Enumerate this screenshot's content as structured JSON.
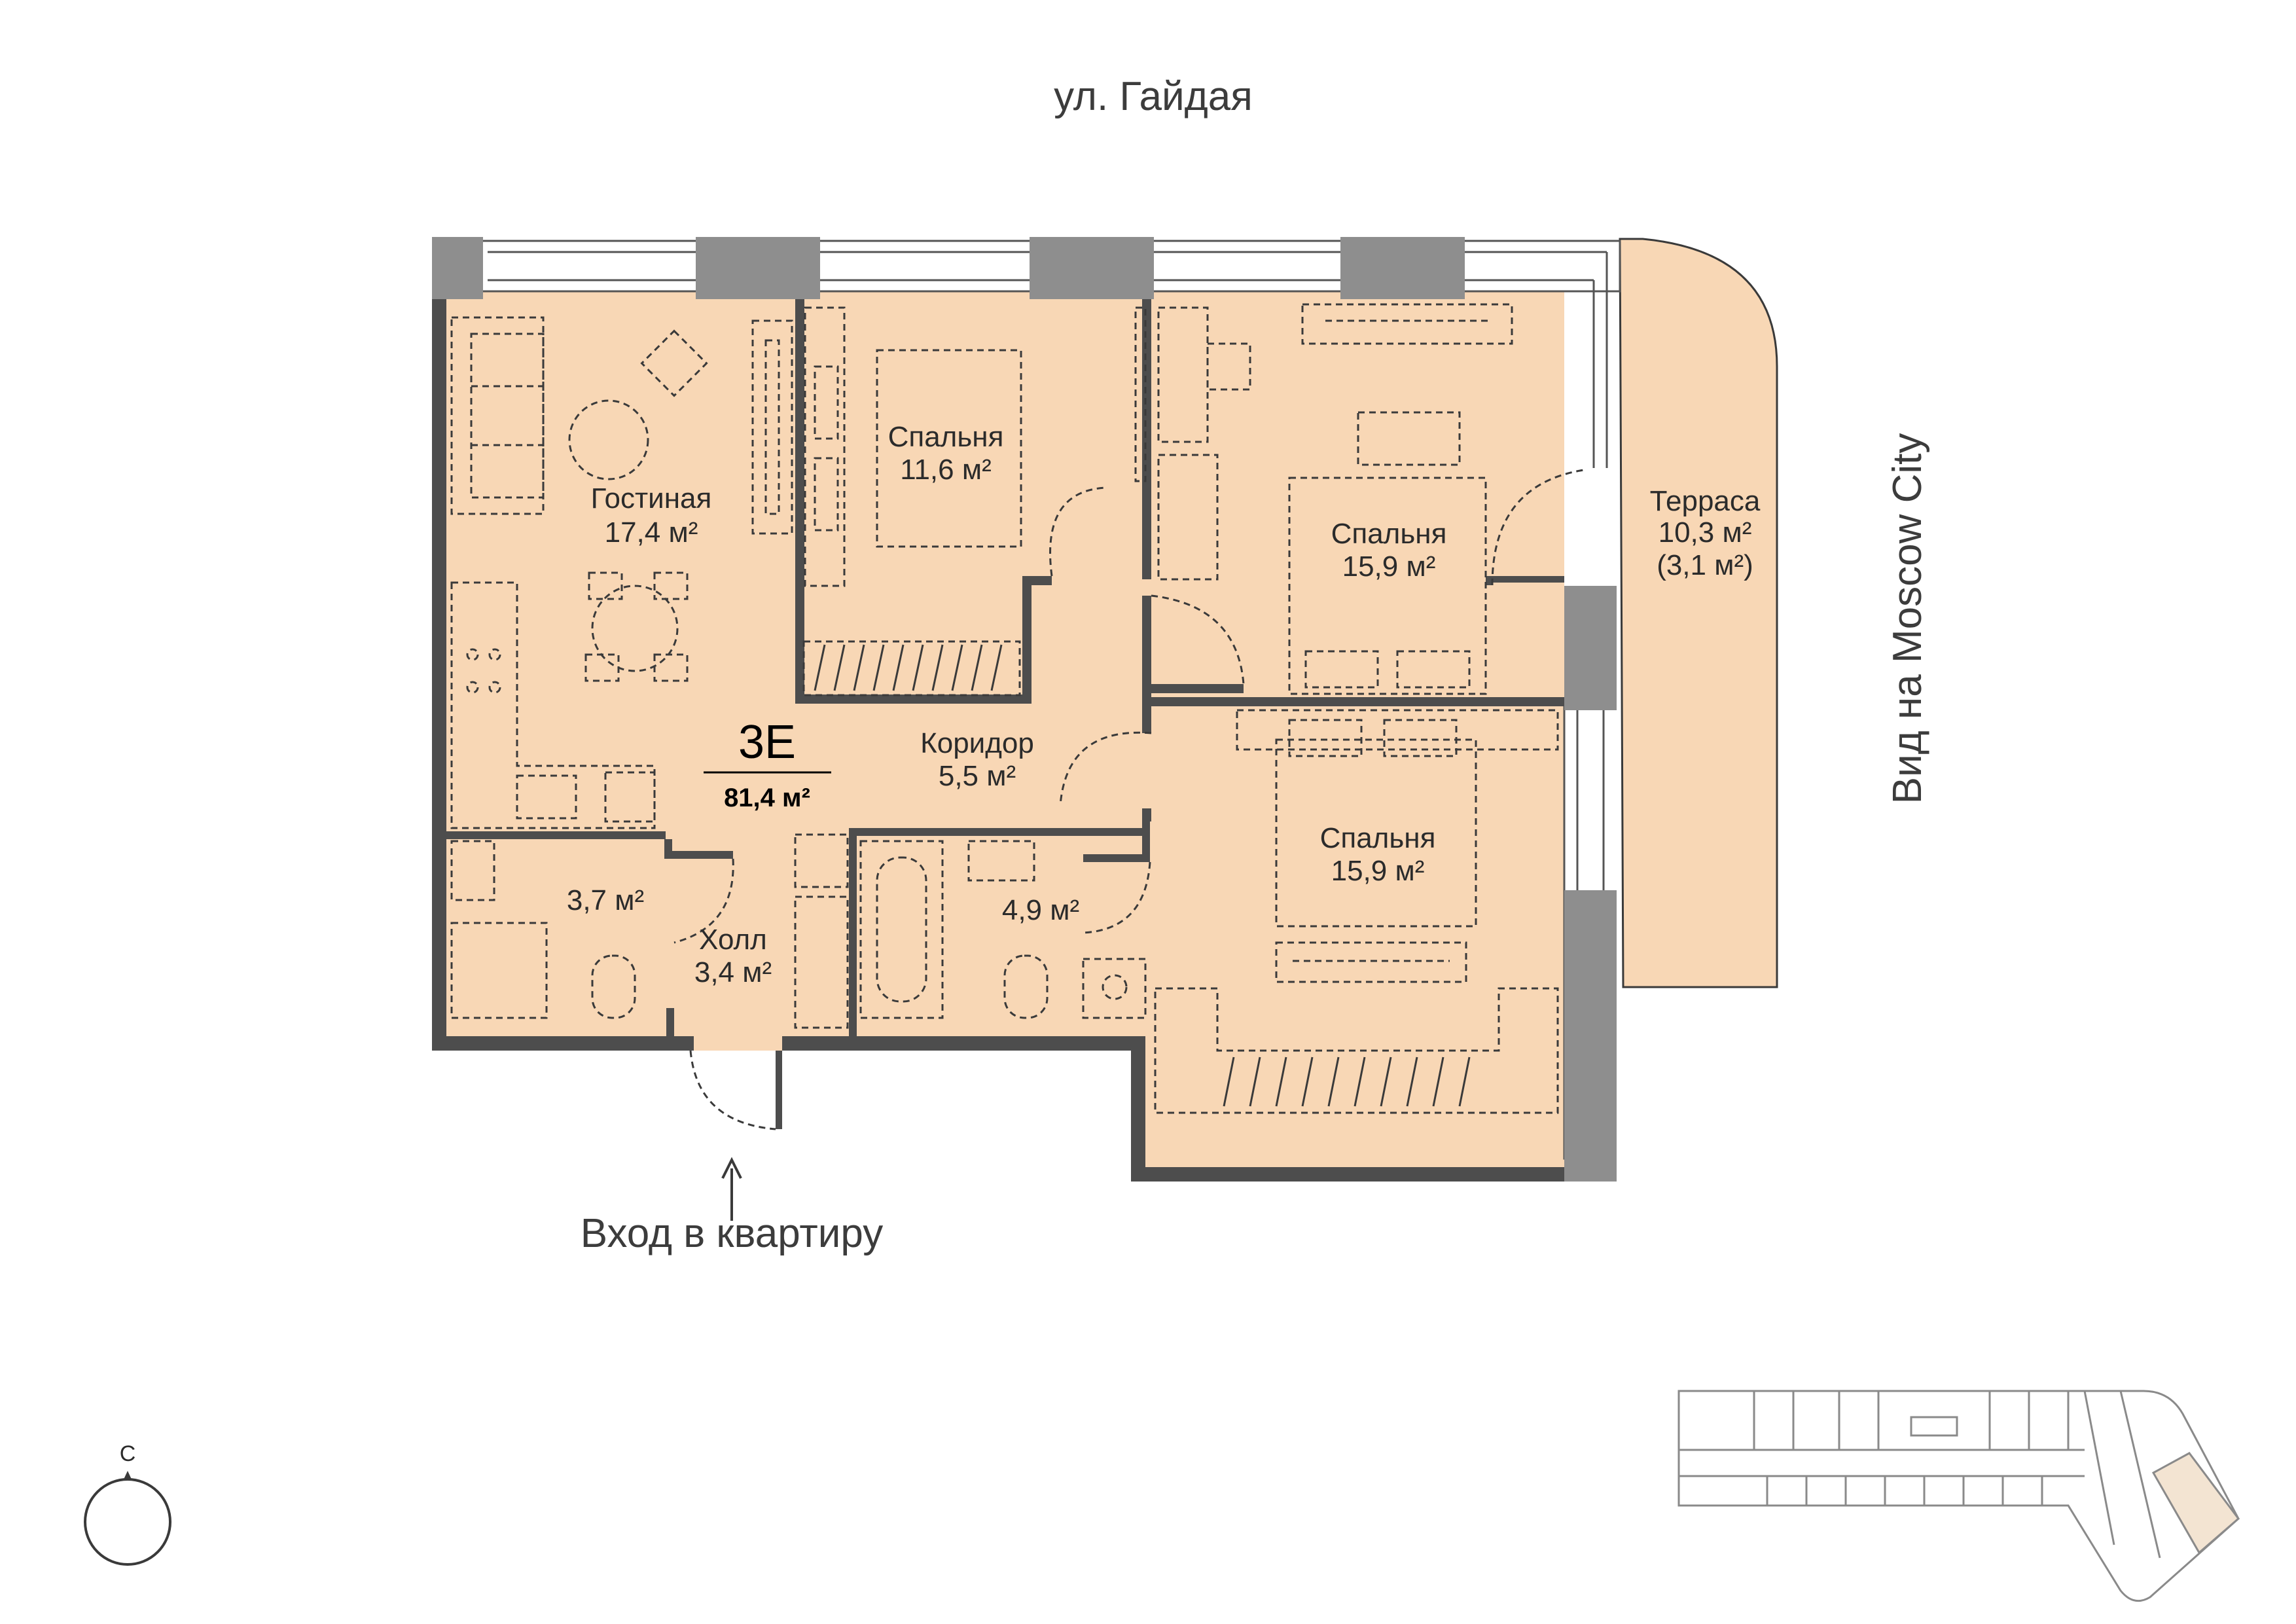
{
  "street_label": "ул. Гайдая",
  "view_label": "Вид на Moscow City",
  "entrance_label": "Вход в квартиру",
  "compass_label": "С",
  "apartment": {
    "code": "3E",
    "total_area": "81,4 м²"
  },
  "rooms": [
    {
      "id": "living",
      "name": "Гостиная",
      "area": "17,4 м²"
    },
    {
      "id": "bedroom-1",
      "name": "Спальня",
      "area": "11,6 м²"
    },
    {
      "id": "bedroom-2",
      "name": "Спальня",
      "area": "15,9 м²"
    },
    {
      "id": "bedroom-3",
      "name": "Спальня",
      "area": "15,9 м²"
    },
    {
      "id": "terrace",
      "name": "Терраса",
      "area": "10,3 м²",
      "area_secondary": "(3,1 м²)"
    },
    {
      "id": "corridor",
      "name": "Коридор",
      "area": "5,5 м²"
    },
    {
      "id": "hall",
      "name": "Холл",
      "area": "3,4 м²"
    },
    {
      "id": "bathroom-1",
      "name": "",
      "area": "3,7 м²"
    },
    {
      "id": "bathroom-2",
      "name": "",
      "area": "4,9 м²"
    }
  ],
  "colors": {
    "floor": "#f8d7b5",
    "terrace": "#f8d7b5",
    "wall": "#4d4d4d",
    "pillar": "#8e8e8e",
    "highlight": "#f3e4d2"
  }
}
